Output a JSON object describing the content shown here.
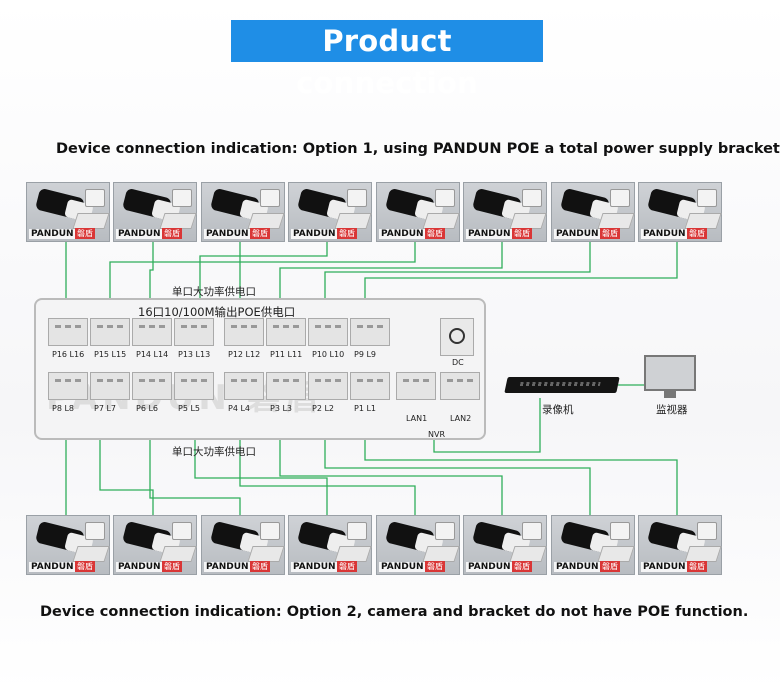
{
  "banner": {
    "title": "Product connection",
    "color": "#1f8ee6"
  },
  "captions": {
    "option1": "Device connection indication: Option 1, using PANDUN POE a total power supply bracket",
    "option2": "Device connection indication: Option 2, camera and bracket do not have POE function."
  },
  "camera": {
    "brand": "PANDUN",
    "brand_cn": "磐盾"
  },
  "switch": {
    "title": "16口10/100M输出POE供电口",
    "top_feed_label": "单口大功率供电口",
    "bottom_feed_label": "单口大功率供电口",
    "dc_label": "DC",
    "watermark": "PANDUN 磐盾",
    "top_ports": [
      "P16 L16",
      "P15 L15",
      "P14 L14",
      "P13 L13",
      "P12 L12",
      "P11 L11",
      "P10 L10",
      "P9 L9"
    ],
    "bottom_ports": [
      "P8 L8",
      "P7 L7",
      "P6 L6",
      "P5 L5",
      "P4 L4",
      "P3 L3",
      "P2 L2",
      "P1 L1"
    ],
    "lan_ports": [
      "LAN1",
      "LAN2"
    ],
    "nvr_label": "NVR"
  },
  "recorder": {
    "label": "录像机"
  },
  "monitor": {
    "label": "监视器"
  },
  "wire_color": "#2fae5a"
}
